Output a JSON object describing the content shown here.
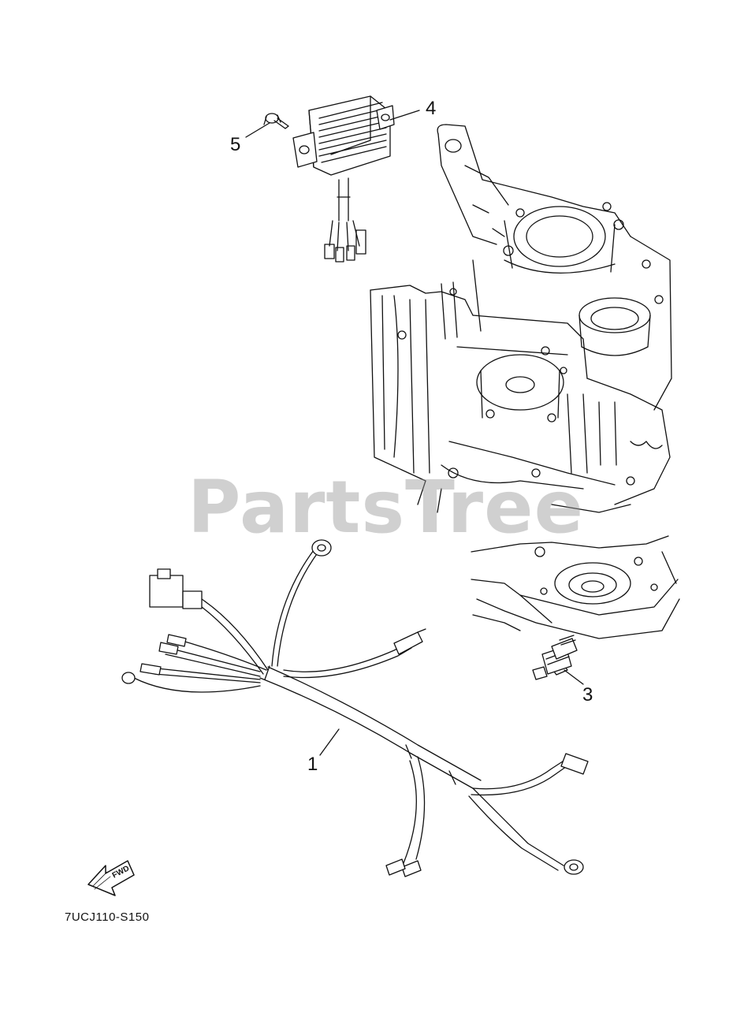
{
  "diagram": {
    "code": "7UCJ110-S150",
    "watermark": "PartsTree",
    "fwd_label": "FWD",
    "callouts": [
      {
        "id": "1",
        "label": "1"
      },
      {
        "id": "3",
        "label": "3"
      },
      {
        "id": "4",
        "label": "4"
      },
      {
        "id": "5",
        "label": "5"
      }
    ],
    "colors": {
      "line": "#111111",
      "watermark": "#969696"
    }
  }
}
